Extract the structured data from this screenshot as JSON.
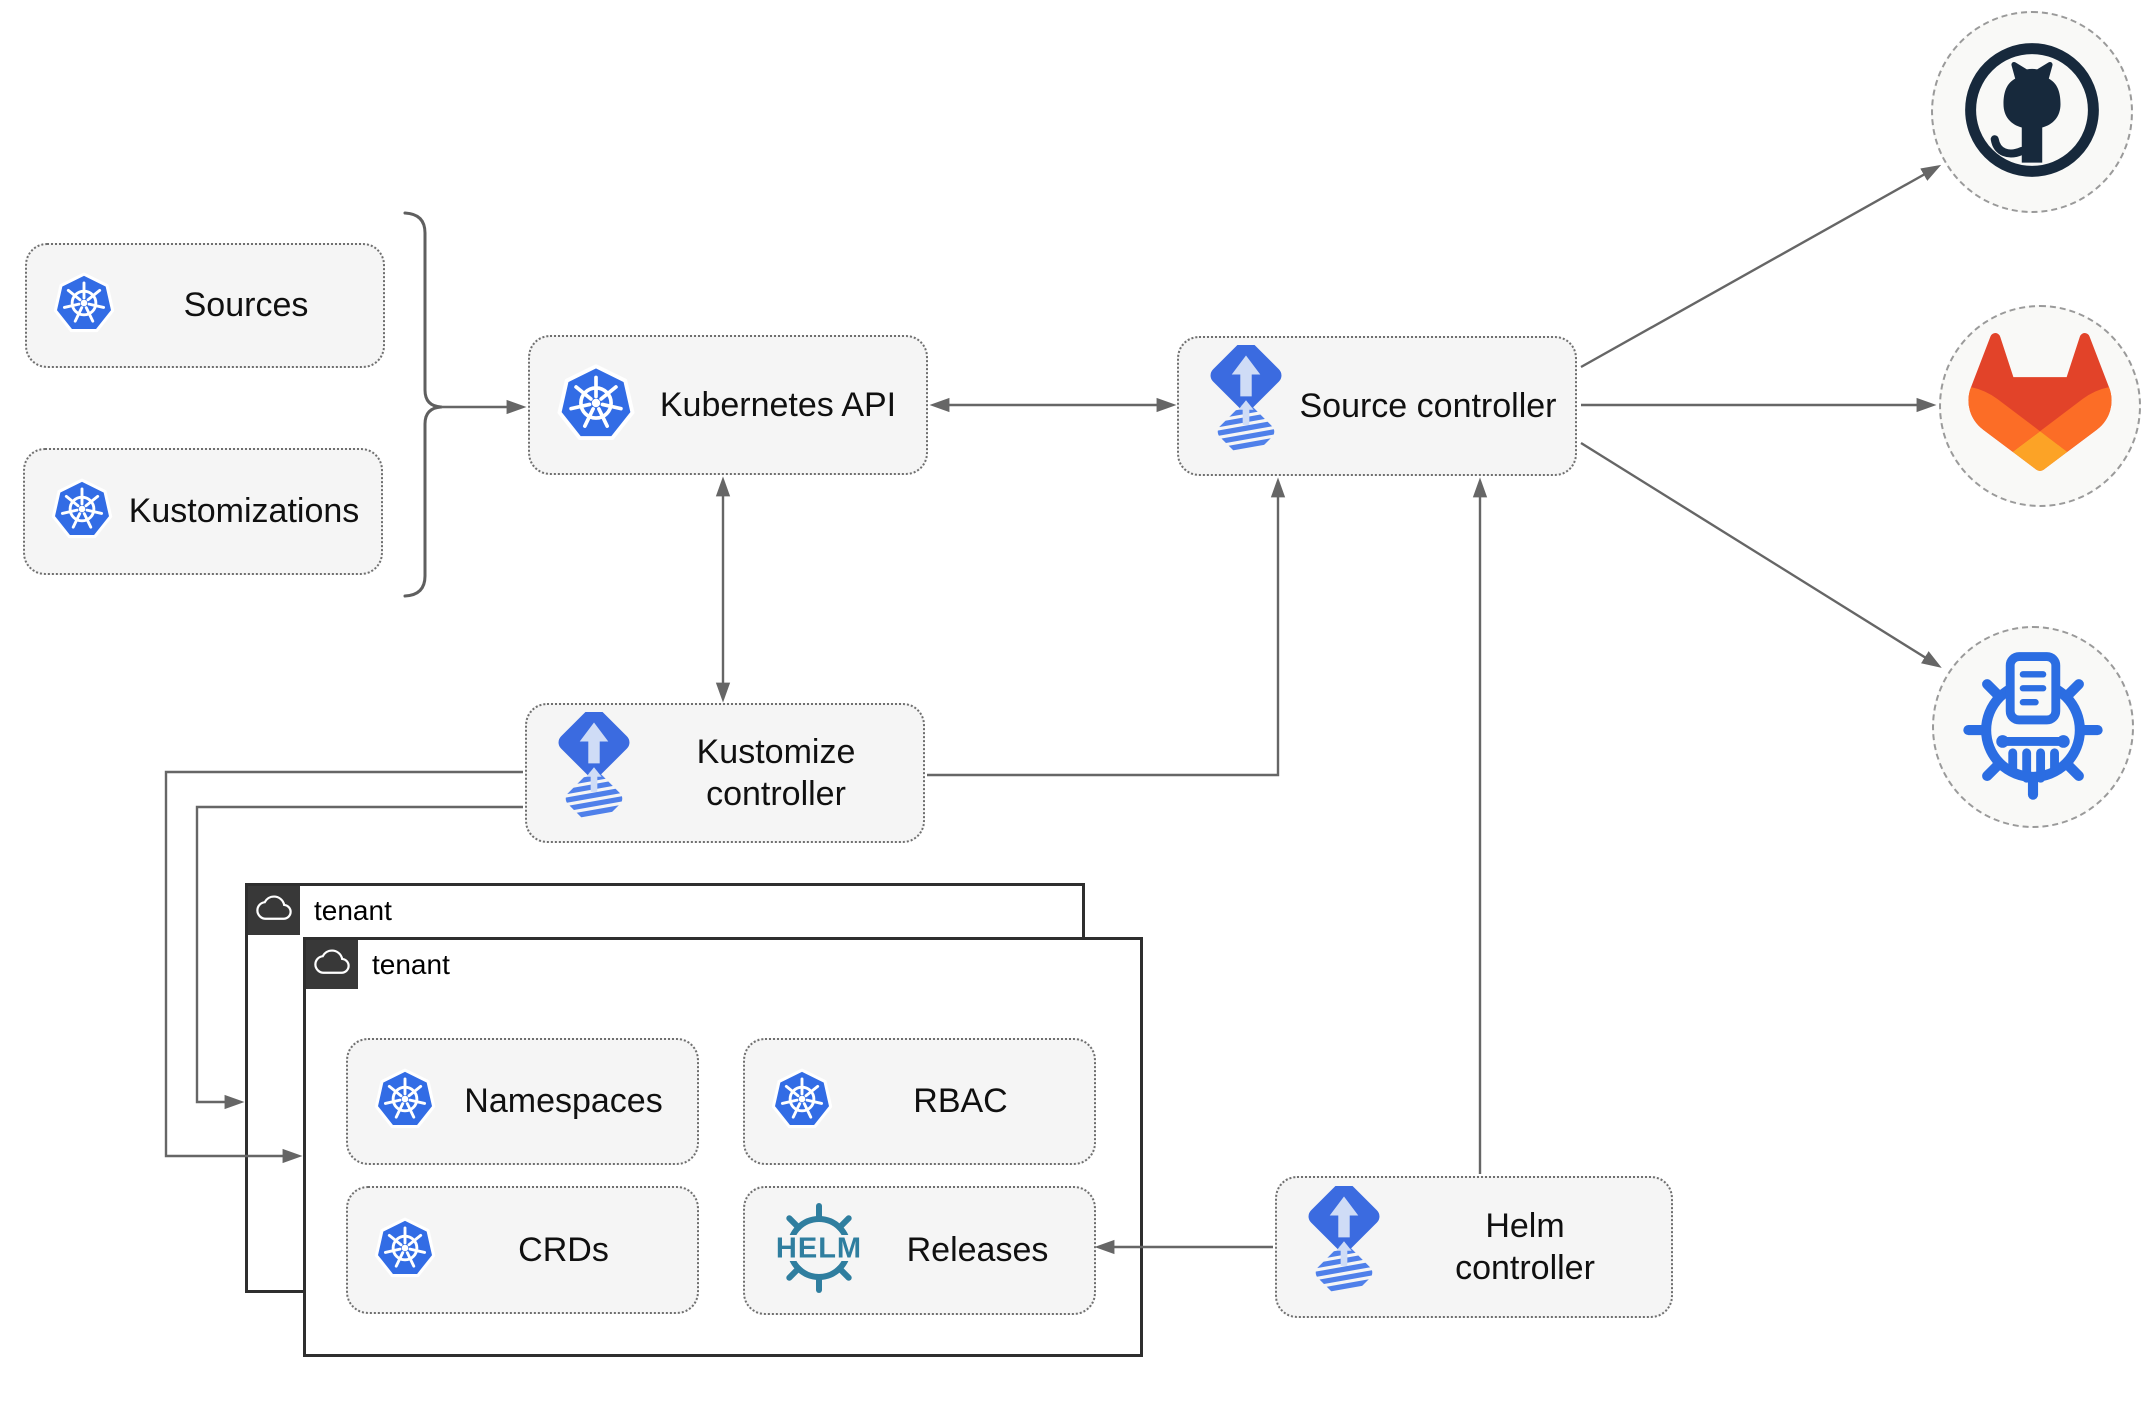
{
  "nodes": {
    "sources": "Sources",
    "kustomizations": "Kustomizations",
    "kubernetes_api": "Kubernetes API",
    "source_controller": "Source controller",
    "kustomize_controller": "Kustomize controller",
    "helm_controller": "Helm controller",
    "namespaces": "Namespaces",
    "rbac": "RBAC",
    "crds": "CRDs",
    "releases": "Releases"
  },
  "groups": {
    "outer_tenant": "tenant",
    "inner_tenant": "tenant"
  },
  "icons": {
    "helm_text": "HELM",
    "kubernetes": "kubernetes-wheel-icon",
    "flux": "flux-diamond-icon",
    "helm": "helm-wheel-icon",
    "github": "github-octocat-icon",
    "gitlab": "gitlab-tanuki-icon",
    "chartmuseum": "chartmuseum-icon",
    "cloud": "cloud-icon"
  },
  "colors": {
    "kubernetes_blue": "#326ce5",
    "flux_blue": "#3b6be0",
    "flux_stripe_blue": "#4f80ea",
    "flux_arrow_light": "#cfdcf6",
    "helm_teal": "#2f7e9f",
    "github_dark": "#17293c",
    "gitlab_red": "#e24329",
    "gitlab_orange": "#fc6d26",
    "gitlab_yellow": "#fca326",
    "chartmuseum_blue": "#2b6de2",
    "node_background": "#f5f5f5",
    "tenant_border": "#2e2e2e",
    "connector_gray": "#666666"
  }
}
